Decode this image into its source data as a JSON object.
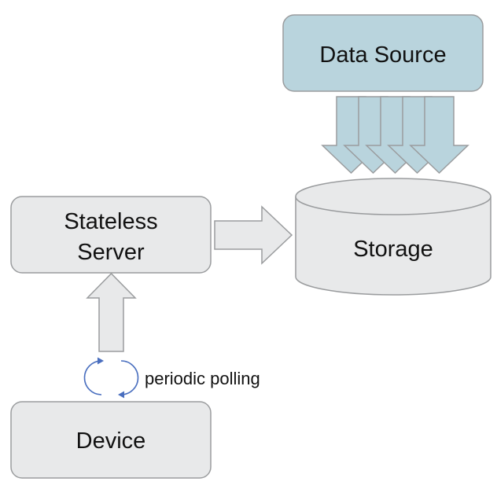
{
  "nodes": {
    "data_source": {
      "label": "Data Source",
      "fill": "#b9d4dd"
    },
    "storage": {
      "label": "Storage",
      "fill": "#e8e9ea"
    },
    "server": {
      "line1": "Stateless",
      "line2": "Server",
      "fill": "#e8e9ea"
    },
    "device": {
      "label": "Device",
      "fill": "#e8e9ea"
    }
  },
  "edges": {
    "polling": {
      "label": "periodic polling"
    }
  },
  "colors": {
    "stroke": "#9a9c9e",
    "arrow_fill_blue": "#b9d4dd",
    "arrow_fill_grey": "#e8e9ea",
    "cycle_color": "#4a6fbf"
  }
}
